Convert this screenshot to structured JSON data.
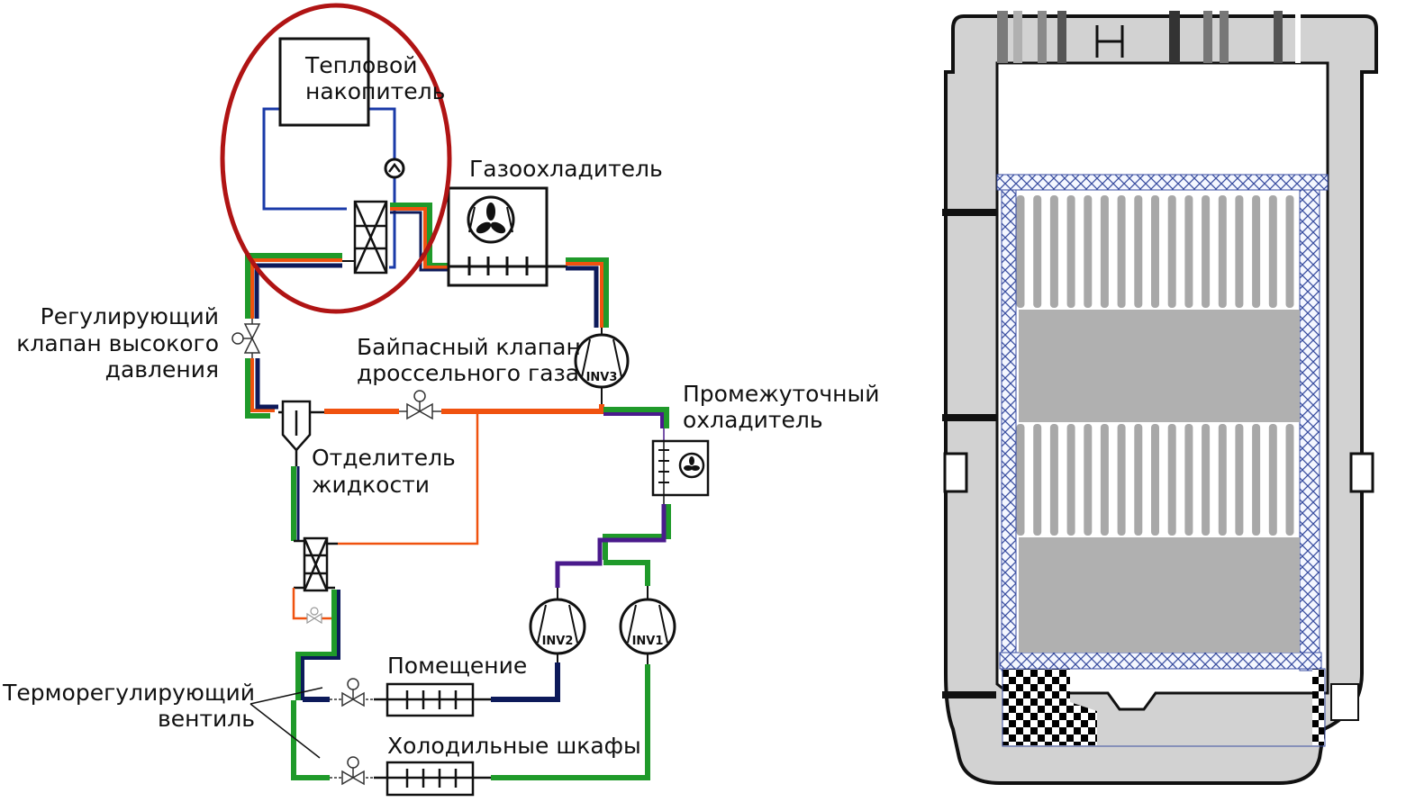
{
  "diagram": {
    "title": "CO2 refrigeration scheme with thermal storage",
    "colors": {
      "high_pressure_green": "#1f9a2a",
      "orange": "#f0520f",
      "navy": "#0d1a5a",
      "purple": "#4a1a8c",
      "water_loop_blue": "#1a3aa8",
      "highlight_ellipse": "#b01414",
      "outline": "#111111"
    },
    "labels": {
      "thermal_storage_line1": "Тепловой",
      "thermal_storage_line2": "накопитель",
      "gas_cooler": "Газоохладитель",
      "hp_valve_line1": "Регулирующий",
      "hp_valve_line2": "клапан высокого",
      "hp_valve_line3": "давления",
      "bypass_line1": "Байпасный клапан",
      "bypass_line2": "дроссельного газа",
      "intercooler_line1": "Промежуточный",
      "intercooler_line2": "охладитель",
      "separator_line1": "Отделитель",
      "separator_line2": "жидкости",
      "room": "Помещение",
      "cabinets": "Холодильные шкафы",
      "txv_line1": "Терморегулирующий",
      "txv_line2": "вентиль"
    },
    "compressors": [
      {
        "id": "inv3",
        "label": "INV3"
      },
      {
        "id": "inv2",
        "label": "INV2"
      },
      {
        "id": "inv1",
        "label": "INV1"
      }
    ]
  },
  "tank": {
    "title": "Thermal storage tank cross-section",
    "colors": {
      "shell_fill": "#d2d2d2",
      "outline": "#111111",
      "insulation_mesh": "#3a4ea0",
      "pcm_block": "#b0b0b0",
      "fins": "#a8a8a8",
      "checker": "#000000"
    },
    "fin_rows": 2,
    "fins_per_row": 17
  }
}
